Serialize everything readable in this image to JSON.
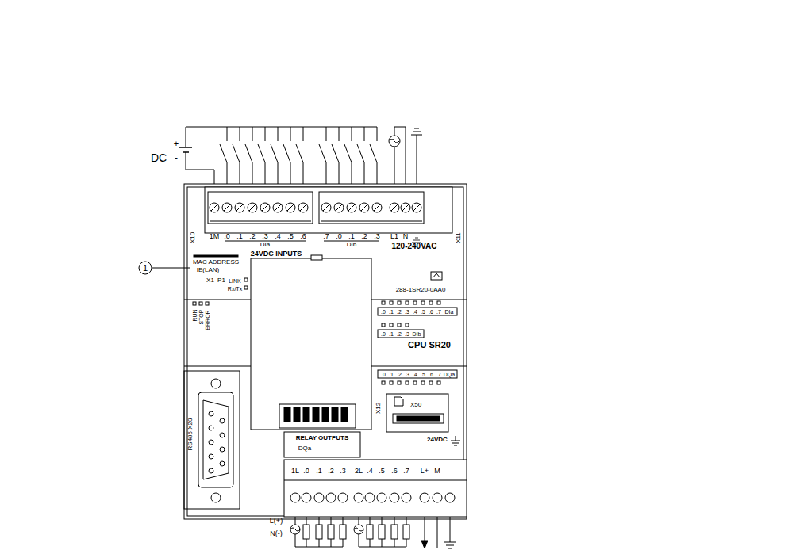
{
  "diagram": {
    "labels": [
      "DC",
      "+",
      "-",
      "1M",
      ".0",
      ".1",
      ".2",
      ".3",
      ".4",
      ".5",
      ".6",
      ".7",
      ".0",
      ".1",
      ".2",
      ".3",
      "L1",
      "N",
      "X10",
      "DIa",
      "DIb",
      "X11",
      "24VDC INPUTS",
      "120-240VAC",
      "MAC ADDRESS",
      "IE(LAN)",
      "X1",
      "P1",
      "LINK",
      "Rx/Tx",
      "1",
      "288-1SR20-0AA0",
      "RUN",
      "STOP",
      "ERROR",
      ".0",
      ".1",
      ".2",
      ".3",
      ".4",
      ".5",
      ".6",
      ".7",
      "DIa",
      ".0",
      ".1",
      ".2",
      ".3",
      "DIb",
      "CPU SR20",
      ".0",
      ".1",
      ".2",
      ".3",
      ".4",
      ".5",
      ".6",
      ".7",
      "DQa",
      "RS485 X20",
      "X50",
      "X12",
      "RELAY OUTPUTS",
      "DQa",
      "24VDC",
      "1L",
      ".0",
      ".1",
      ".2",
      ".3",
      "2L",
      ".4",
      ".5",
      ".6",
      ".7",
      "L+",
      "M",
      "L(+)",
      "N(-)"
    ]
  }
}
